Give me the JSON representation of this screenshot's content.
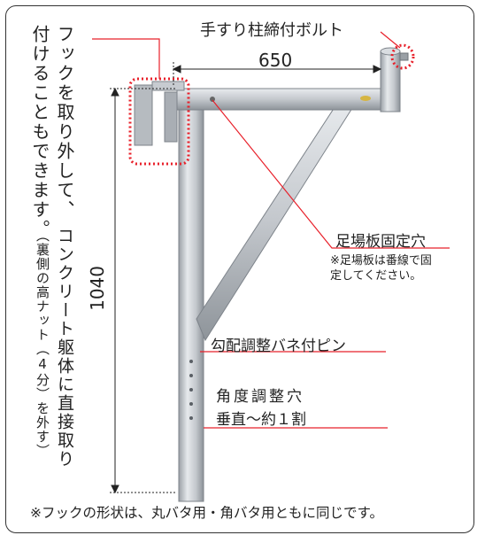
{
  "hook_note": {
    "column1": "フックを取り外して、",
    "column2": "付けることもできます。",
    "column3": "コンクリート躯体に直接取り",
    "paren": "（裏側の高ナット（4分）を外す）"
  },
  "labels": {
    "handrail_bolt": "手すり柱締付ボルト",
    "plank_hole": "足場板固定穴",
    "plank_note": "※足場板は番線で固\n定してください。",
    "pin": "勾配調整バネ付ピン",
    "angle_hole": "角度調整穴",
    "angle_range": "垂直〜約１割"
  },
  "dimensions": {
    "width": "650",
    "height": "1040"
  },
  "footer": "※フックの形状は、丸バタ用・角バタ用ともに同じです。",
  "colors": {
    "leader": "#e8202a",
    "metal": "#c9cdd2",
    "metal_dark": "#8e949b"
  }
}
